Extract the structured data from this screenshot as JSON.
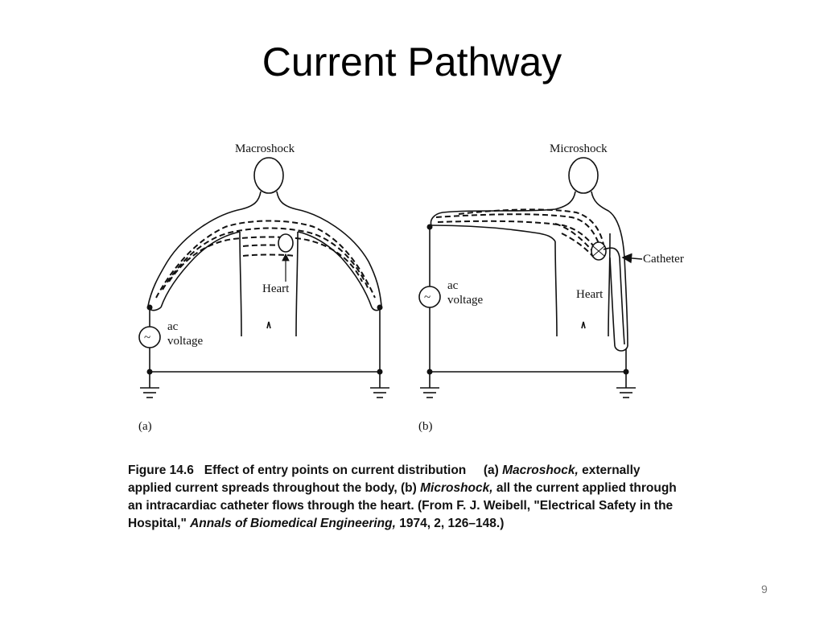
{
  "slide": {
    "title": "Current Pathway",
    "page_number": "9"
  },
  "figure": {
    "panel_a": {
      "title": "Macroshock",
      "heart_label": "Heart",
      "source_label_line1": "ac",
      "source_label_line2": "voltage",
      "panel_label": "(a)"
    },
    "panel_b": {
      "title": "Microshock",
      "heart_label": "Heart",
      "catheter_label": "Catheter",
      "source_label_line1": "ac",
      "source_label_line2": "voltage",
      "panel_label": "(b)"
    },
    "source_symbol": "~",
    "caption": {
      "figure_number": "Figure 14.6",
      "heading": "Effect of entry points on current distribution",
      "part_a_prefix": "(a) ",
      "part_a_term": "Macroshock,",
      "part_a_text": "externally applied current spreads throughout the body, (b) ",
      "part_b_term": "Microshock,",
      "part_b_text": " all the current applied through an intracardiac catheter flows through the heart. (From F. J. Weibell, \"Electrical Safety in the Hospital,\" ",
      "journal": "Annals of Biomedical Engineering,",
      "citation_tail": " 1974, 2, 126–148.)"
    }
  }
}
